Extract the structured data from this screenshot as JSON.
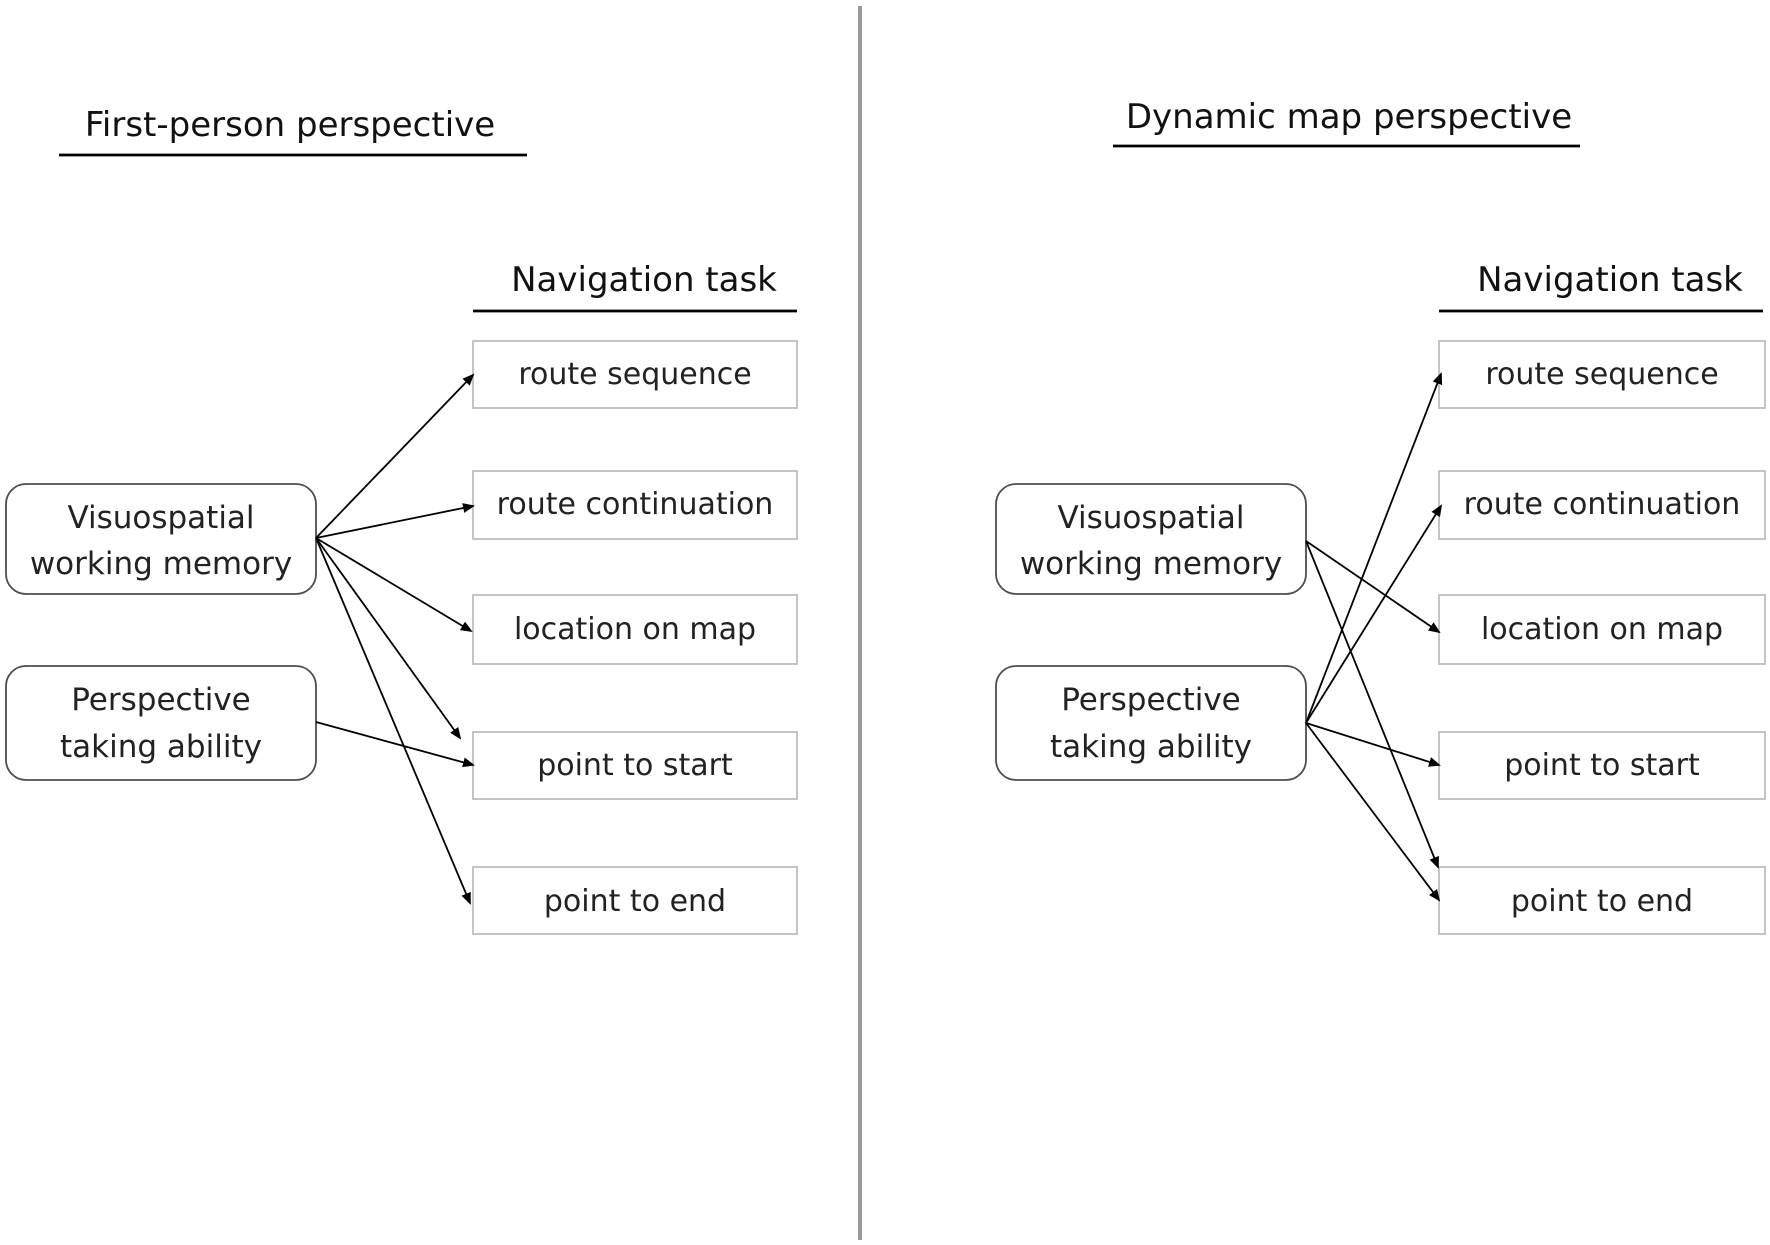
{
  "panels": [
    {
      "title": "First-person perspective",
      "task_header": "Navigation task",
      "predictors": [
        {
          "line1": "Visuospatial",
          "line2": "working memory"
        },
        {
          "line1": "Perspective",
          "line2": "taking ability"
        }
      ],
      "tasks": [
        "route sequence",
        "route continuation",
        "location on map",
        "point to start",
        "point to end"
      ],
      "paths": [
        {
          "from": "Visuospatial working memory",
          "to": "route sequence"
        },
        {
          "from": "Visuospatial working memory",
          "to": "route continuation"
        },
        {
          "from": "Visuospatial working memory",
          "to": "location on map"
        },
        {
          "from": "Visuospatial working memory",
          "to": "point to start"
        },
        {
          "from": "Visuospatial working memory",
          "to": "point to end"
        },
        {
          "from": "Perspective taking ability",
          "to": "point to start"
        }
      ]
    },
    {
      "title": "Dynamic map perspective",
      "task_header": "Navigation task",
      "predictors": [
        {
          "line1": "Visuospatial",
          "line2": "working memory"
        },
        {
          "line1": "Perspective",
          "line2": "taking ability"
        }
      ],
      "tasks": [
        "route sequence",
        "route continuation",
        "location on map",
        "point to start",
        "point to end"
      ],
      "paths": [
        {
          "from": "Visuospatial working memory",
          "to": "location on map"
        },
        {
          "from": "Visuospatial working memory",
          "to": "point to end"
        },
        {
          "from": "Perspective taking ability",
          "to": "route sequence"
        },
        {
          "from": "Perspective taking ability",
          "to": "route continuation"
        },
        {
          "from": "Perspective taking ability",
          "to": "point to start"
        },
        {
          "from": "Perspective taking ability",
          "to": "point to end"
        }
      ]
    }
  ],
  "colors": {
    "line": "#000000",
    "divider": "#9a9a9a",
    "task_border": "#bdbdbd",
    "predictor_border": "#4d4d4d"
  }
}
